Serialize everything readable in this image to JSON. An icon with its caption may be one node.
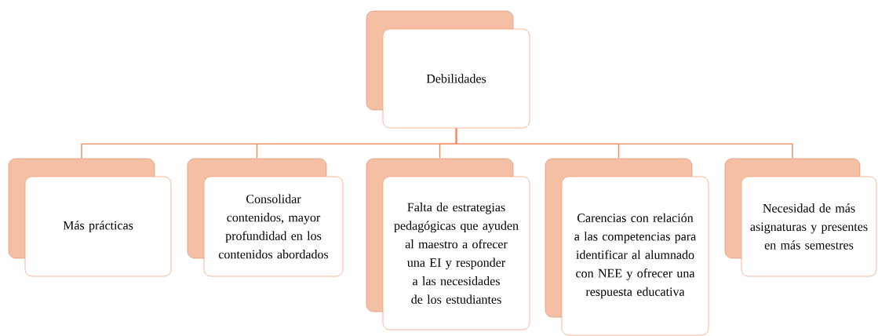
{
  "diagram": {
    "nodes": [
      {
        "text": [
          "Debilidades"
        ]
      },
      {
        "text": [
          "Más prácticas"
        ]
      },
      {
        "text": [
          "Consolidar contenidos, mayor profundidad en los contenidos abordados"
        ]
      },
      {
        "text": [
          "Falta de estrategias pedagógicas que ayuden al maestro a ofrecer una EI y responder a las necesidades de los estudiantes"
        ]
      },
      {
        "text": [
          "Carencias con relación a las competencias para identificar al alumnado con NEE y ofrecer una respuesta educativa"
        ]
      },
      {
        "text": [
          "Necesidad de más asignaturas y presentes en más semestres"
        ]
      }
    ],
    "edges": [
      {
        "from": 0,
        "to": 1,
        "arrow": "none"
      },
      {
        "from": 0,
        "to": 2,
        "arrow": "none"
      },
      {
        "from": 0,
        "to": 3,
        "arrow": "none"
      },
      {
        "from": 0,
        "to": 4,
        "arrow": "none"
      },
      {
        "from": 0,
        "to": 5,
        "arrow": "none"
      }
    ]
  }
}
